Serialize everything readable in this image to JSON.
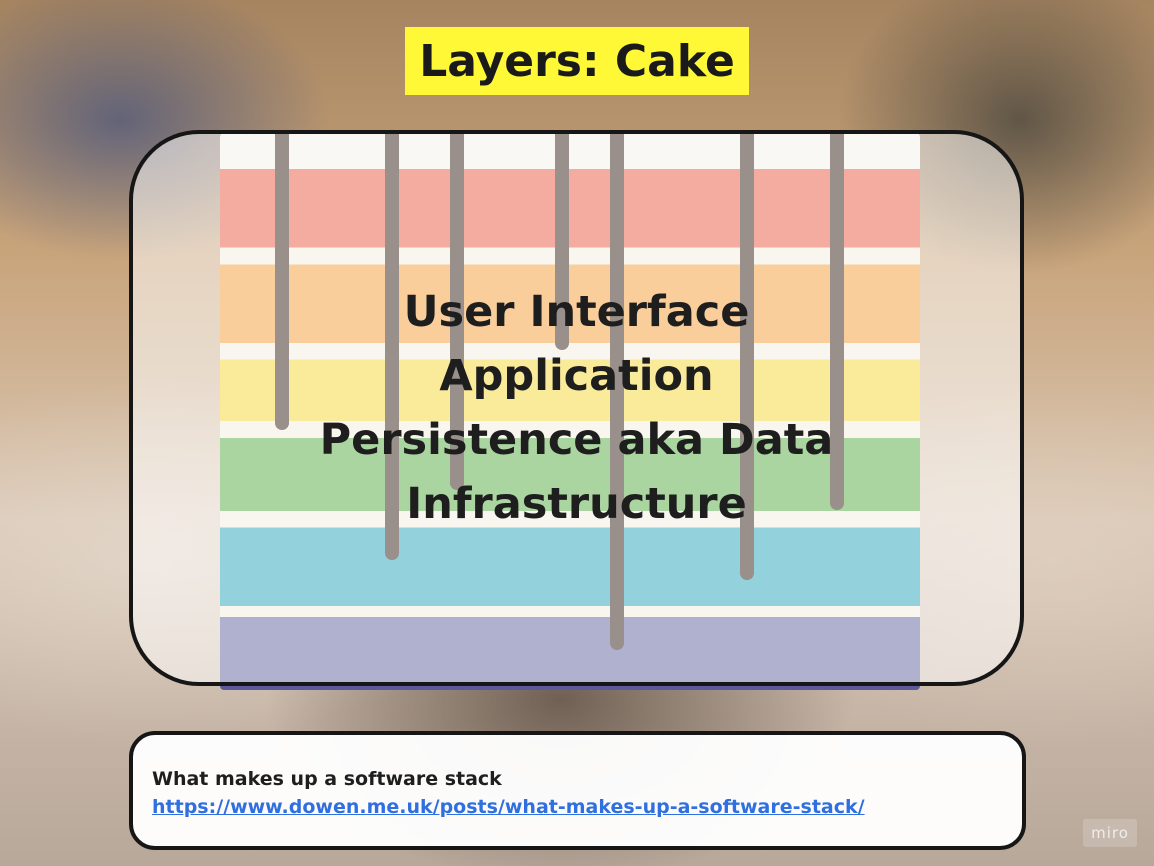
{
  "title": "Layers: Cake",
  "layers": [
    "User Interface",
    "Application",
    "Persistence aka Data",
    "Infrastructure"
  ],
  "note": {
    "title": "What makes up a software stack",
    "link": "https://www.dowen.me.uk/posts/what-makes-up-a-software-stack/"
  },
  "watermark": "miro",
  "colors": {
    "title_background": "#fff836",
    "link": "#2f6fe0",
    "border": "#161616"
  }
}
